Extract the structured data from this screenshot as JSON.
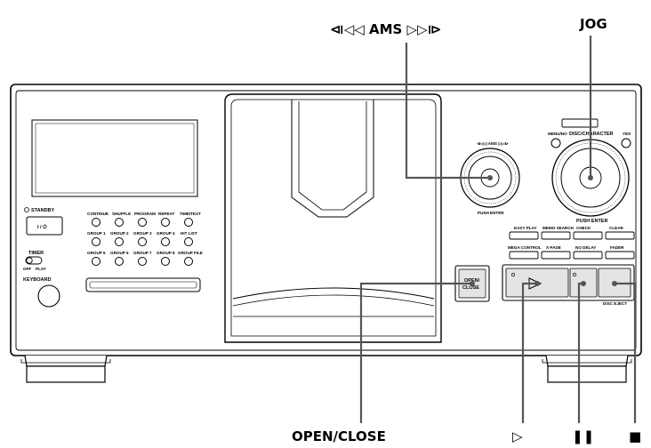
{
  "callouts": {
    "ams": "⧏◁◁ AMS ▷▷⧐",
    "jog": "JOG",
    "open_close": "OPEN/CLOSE",
    "play": "▷",
    "pause": "❚❚",
    "stop": "■"
  },
  "device": {
    "standby": "STANDBY",
    "power_symbol": "I / ⏻",
    "timer": "TIMER",
    "timer_off": "OFF",
    "timer_play": "PLAY",
    "keyboard": "KEYBOARD",
    "ams_small": "⧏◁◁ AMS ▷▷⧐",
    "push_enter_ams": "PUSH ENTER",
    "push_enter_jog": "PUSH ENTER",
    "disc_character": "DISC/CHARACTER",
    "menu_no": "MENU/NO",
    "yes": "YES",
    "open_close_btn_1": "OPEN/",
    "open_close_btn_2": "CLOSE",
    "disc_eject": "DISC EJECT",
    "rows": [
      [
        "CONTINUE",
        "SHUFFLE",
        "PROGRAM",
        "REPEAT",
        "TIME/TEXT"
      ],
      [
        "GROUP 1",
        "GROUP 2",
        "GROUP 3",
        "GROUP 4",
        "HIT LIST"
      ],
      [
        "GROUP 5",
        "GROUP 6",
        "GROUP 7",
        "GROUP 8",
        "GROUP FILE"
      ]
    ],
    "right_row1": [
      "EASY PLAY",
      "MEMO SEARCH",
      "CHECK",
      "CLEAR"
    ],
    "right_row2": [
      "MEGA CONTROL",
      "X-FADE",
      "NO DELAY",
      "FADER"
    ]
  }
}
